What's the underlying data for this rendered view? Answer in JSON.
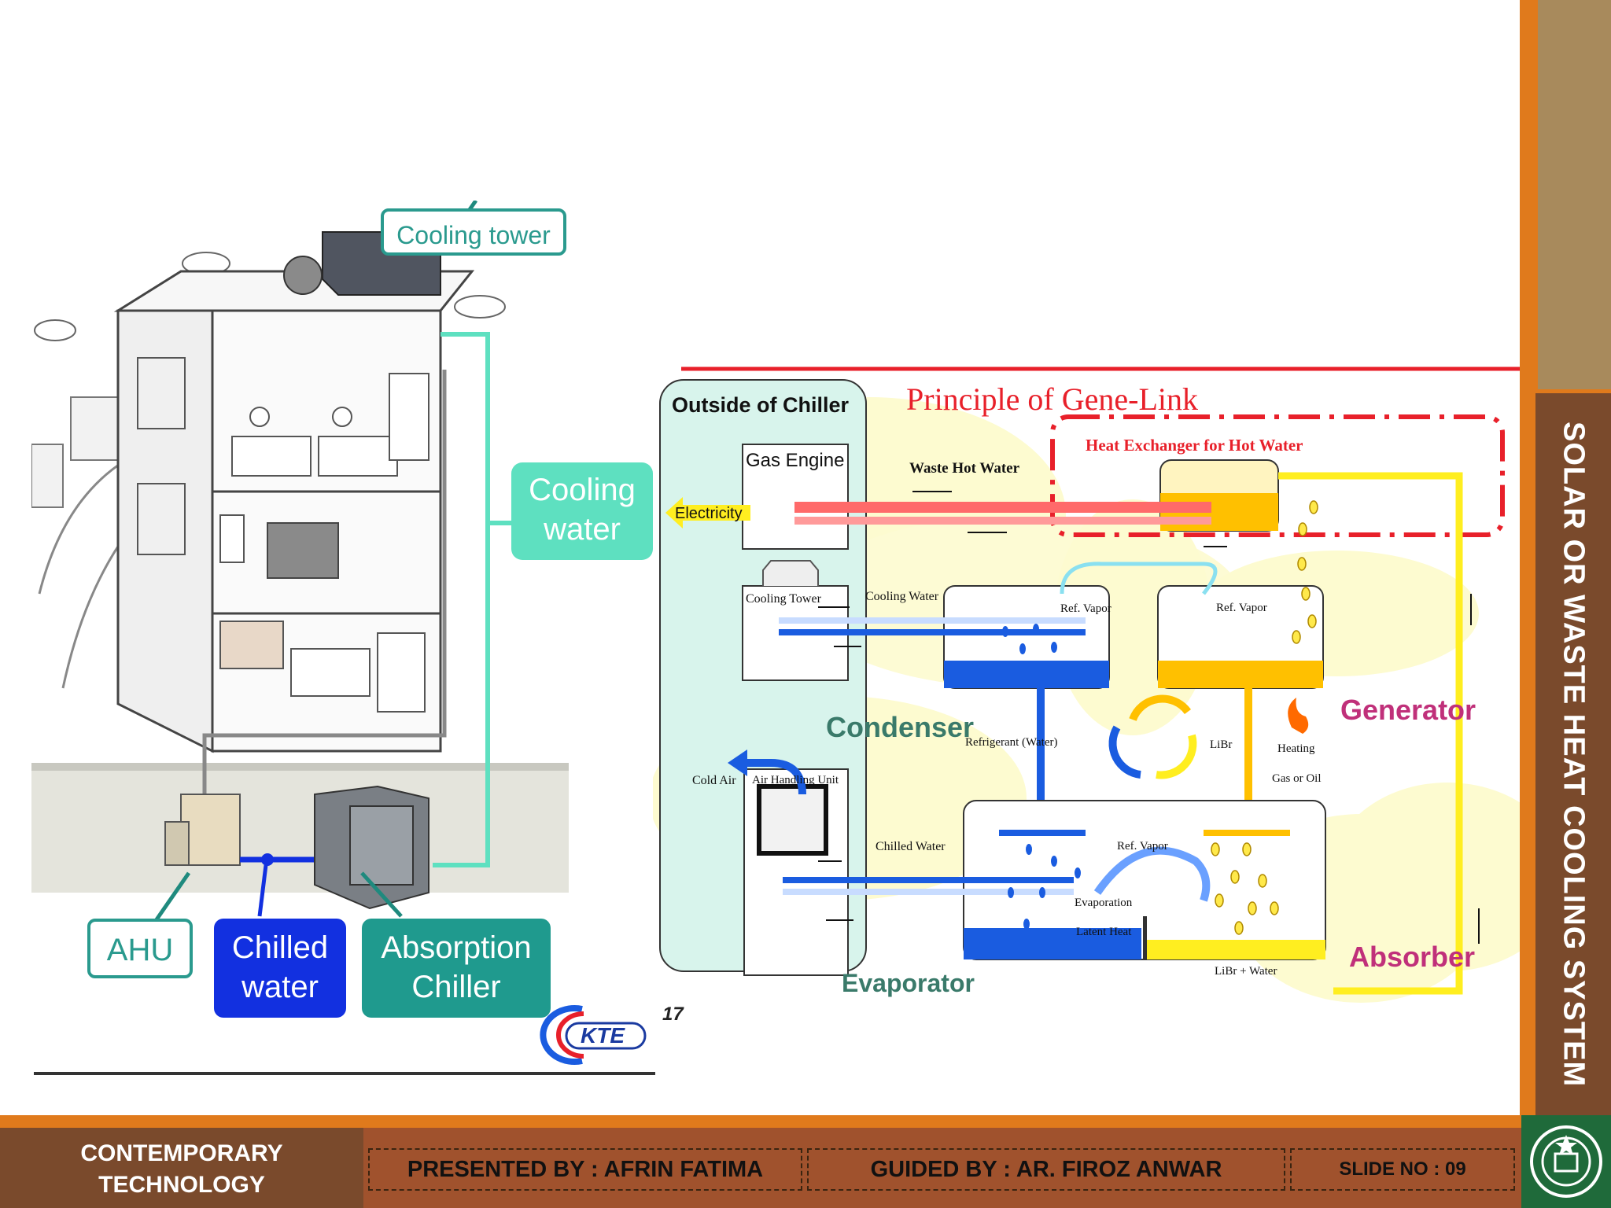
{
  "left_diagram": {
    "cooling_tower": "Cooling tower",
    "cooling_water_line1": "Cooling",
    "cooling_water_line2": "water",
    "ahu": "AHU",
    "chilled_water_line1": "Chilled",
    "chilled_water_line2": "water",
    "absorption_line1": "Absorption",
    "absorption_line2": "Chiller",
    "page_number": "17",
    "logo_text": "KTE"
  },
  "right_diagram": {
    "title": "Principle of Gene-Link",
    "outside_chiller": "Outside of Chiller",
    "gas_engine": "Gas Engine",
    "electricity": "Electricity",
    "cooling_tower": "Cooling Tower",
    "cooling_water": "Cooling Water",
    "cold_air": "Cold Air",
    "air_handling_unit": "Air Handling Unit",
    "chilled_water": "Chilled Water",
    "waste_hot_water": "Waste Hot Water",
    "heat_exchanger": "Heat Exchanger for Hot Water",
    "ref_vapor_cond": "Ref. Vapor",
    "ref_vapor_gen": "Ref. Vapor",
    "ref_vapor_abs": "Ref. Vapor",
    "condenser": "Condenser",
    "generator": "Generator",
    "evaporator": "Evaporator",
    "absorber": "Absorber",
    "refrigerant_water": "Refrigerant (Water)",
    "libr": "LiBr",
    "heating": "Heating",
    "gas_or_oil": "Gas or Oil",
    "evaporation": "Evaporation",
    "latent_heat": "Latent Heat",
    "libr_water": "LiBr + Water"
  },
  "sidebar": {
    "title": "SOLAR OR WASTE HEAT COOLING SYSTEM"
  },
  "footer": {
    "course_line1": "CONTEMPORARY",
    "course_line2": "TECHNOLOGY",
    "presented_by": "PRESENTED BY : AFRIN FATIMA",
    "guided_by": "GUIDED BY : AR. FIROZ ANWAR",
    "slide_no": "SLIDE NO : 09"
  },
  "colors": {
    "accent_orange": "#e07a1c",
    "brown": "#7a4a2c",
    "teal": "#2a9a8e",
    "blue": "#1a5ce0",
    "yellow": "#ffe94a",
    "red": "#e8202a"
  }
}
